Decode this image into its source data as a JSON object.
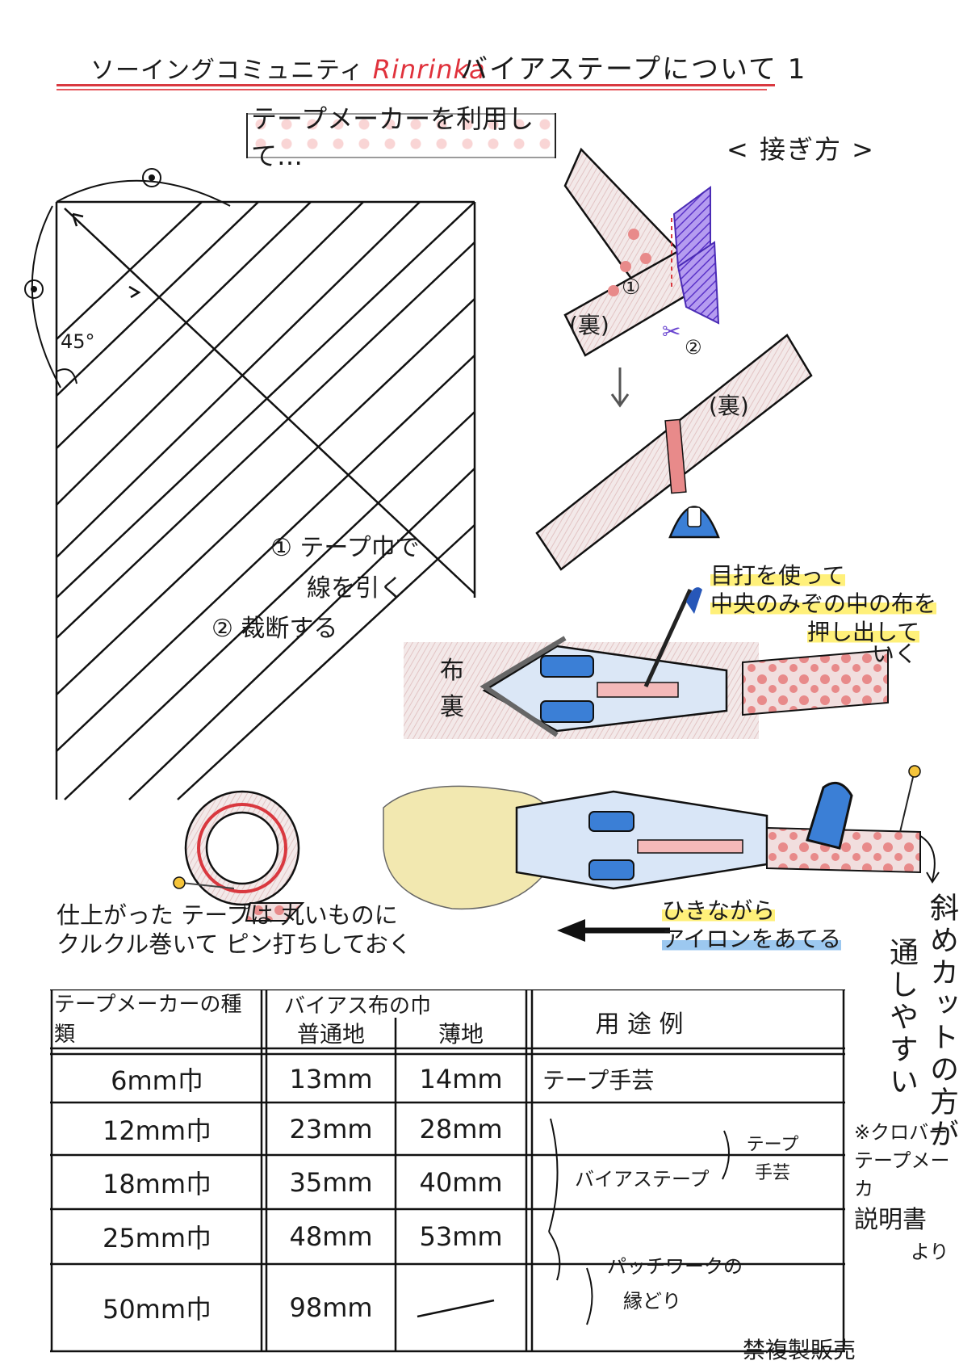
{
  "header": {
    "left_prefix": "ソーイングコミュニティ",
    "brand": "Rinrinka",
    "right_title": "バイアステープについて 1"
  },
  "box_title": "テープメーカーを利用して…",
  "join_heading": "< 接ぎ方 >",
  "diagram": {
    "angle_label": "45°",
    "step1_line1": "① テープ巾で",
    "step1_line2": "線を引く",
    "step2": "② 裁断する",
    "join_num1": "①",
    "join_num2": "②",
    "ura1": "(裏)",
    "ura2": "(裏)"
  },
  "tape_maker_note": {
    "line1": "目打を使って",
    "line2": "中央のみぞの中の布を",
    "line3": "押し出して",
    "line4": "いく"
  },
  "fabric_label": {
    "line1": "布",
    "line2": "裏"
  },
  "finish_note": {
    "line1": "仕上がった テープは 丸いものに",
    "line2": "クルクル巻いて ピン打ちしておく"
  },
  "iron_note": {
    "line1": "ひきながら",
    "line2": "アイロンをあてる"
  },
  "vertical_note_1": "斜めカットの方が",
  "vertical_note_2": "通しやすい",
  "source_note": {
    "line1": "※クロバー",
    "line2": "テープメーカ",
    "line3": "説明書",
    "line4": "より"
  },
  "table": {
    "col1_header": "テープメーカーの種類",
    "col_group_header": "バイアス布の巾",
    "col2_header": "普通地",
    "col3_header": "薄地",
    "col4_header": "用 途 例",
    "rows": [
      {
        "size": "6mm巾",
        "normal": "13mm",
        "thin": "14mm"
      },
      {
        "size": "12mm巾",
        "normal": "23mm",
        "thin": "28mm"
      },
      {
        "size": "18mm巾",
        "normal": "35mm",
        "thin": "40mm"
      },
      {
        "size": "25mm巾",
        "normal": "48mm",
        "thin": "53mm"
      },
      {
        "size": "50mm巾",
        "normal": "98mm",
        "thin": ""
      }
    ],
    "use_tape_craft": "テープ手芸",
    "use_bias_tape": "バイアステープ",
    "use_tape_craft2_line1": "テープ",
    "use_tape_craft2_line2": "手芸",
    "use_patchwork_line1": "パッチワークの",
    "use_patchwork_line2": "縁どり"
  },
  "footer_note": "禁複製販売",
  "colors": {
    "red_accent": "#e0323c",
    "blue_part": "#3b7fd6",
    "purple_part": "#7b4fd4",
    "dot_pink": "#e88a8a"
  }
}
